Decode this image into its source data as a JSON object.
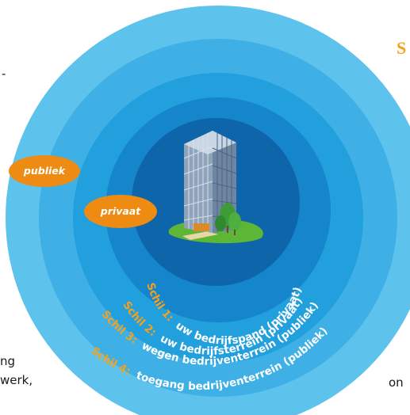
{
  "colors": {
    "ring4": "#5ec3ec",
    "ring3": "#3eb0e6",
    "ring2": "#229fdd",
    "ring1": "#1586cc",
    "core": "#0f65aa",
    "label_orange": "#f7a01c",
    "badge_orange": "#ee8b12",
    "white": "#ffffff",
    "ground_green": "#5db636",
    "tree_green": "#3e9b3a"
  },
  "badges": {
    "publiek": "publiek",
    "privaat": "privaat"
  },
  "shells": [
    {
      "prefix": "Schil 1:",
      "text": "uw bedrijfspand (privaat)"
    },
    {
      "prefix": "Schil 2:",
      "text": "uw bedrijfsterrein (privaat)"
    },
    {
      "prefix": "Schil 3:",
      "text": "wegen bedrijventerrein (publiek)"
    },
    {
      "prefix": "Schil 4:",
      "text": "toegang bedrijventerrein (publiek)"
    }
  ],
  "background_text": {
    "right_initial": "S",
    "left_dash": "-",
    "left_line1": "ng",
    "left_line2": "werk,",
    "right_bottom": "on"
  }
}
